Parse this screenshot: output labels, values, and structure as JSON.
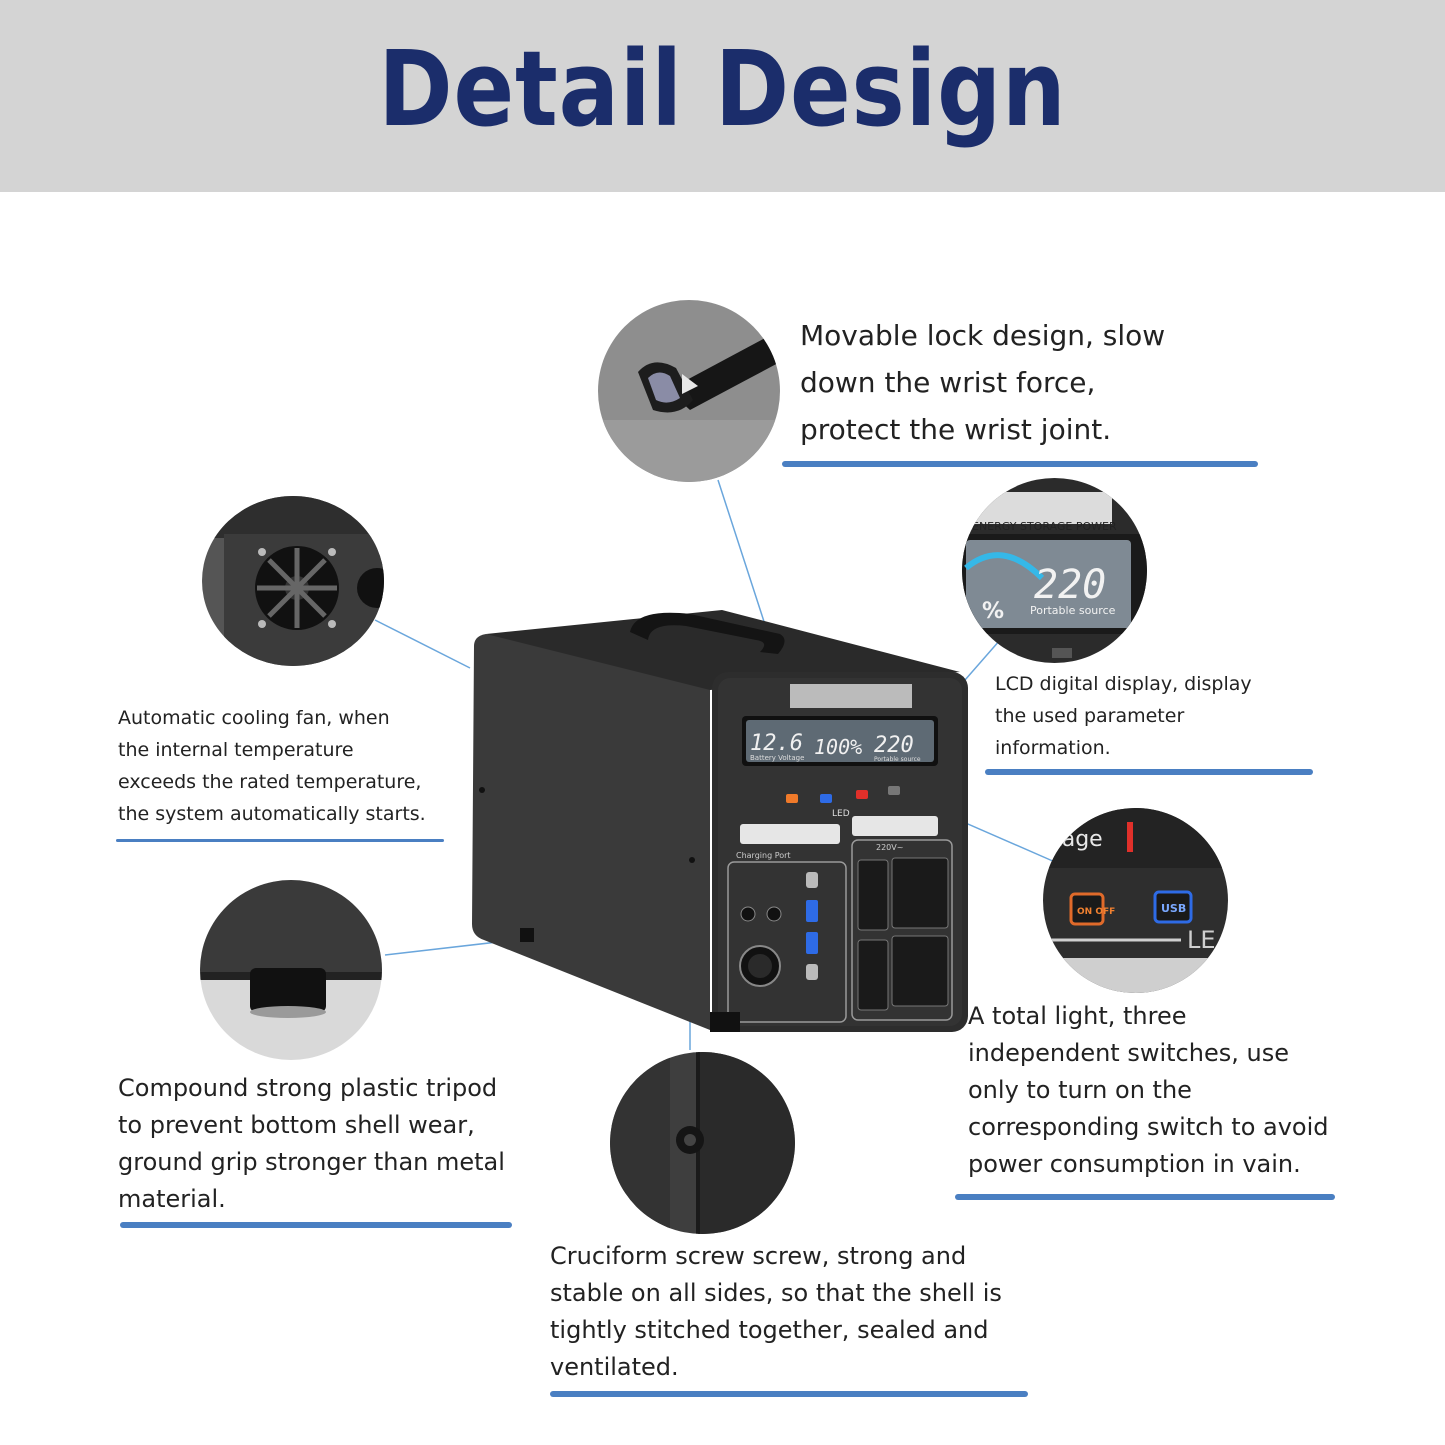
{
  "title": "Detail Design",
  "captions": {
    "lock": [
      "Movable lock design, slow",
      " down the wrist force,",
      "protect the wrist joint."
    ],
    "fan": [
      "Automatic cooling fan, when",
      "the internal temperature",
      "exceeds the rated temperature,",
      "the system automatically starts."
    ],
    "lcd": [
      "LCD digital display, display",
      "the used parameter",
      "information."
    ],
    "tripod": [
      "Compound strong plastic tripod",
      "to prevent bottom shell wear,",
      "ground grip stronger than metal",
      "material."
    ],
    "switch": [
      "A total light, three",
      "independent switches, use",
      "only to turn on the",
      "corresponding switch to avoid",
      " power consumption in vain."
    ],
    "screw": [
      "Cruciform screw screw, strong and",
      "stable on all sides, so that the shell is",
      "tightly stitched together, sealed and",
      "ventilated."
    ]
  },
  "device": {
    "battery_voltage": "12.6",
    "battery_label": "Battery Voltage",
    "percent": "100%",
    "output_voltage": "220",
    "output_label": "Portable source",
    "led_label": "LED",
    "charging_label": "Charging Port",
    "ac_label": "220V~"
  },
  "zoom_lcd": {
    "brand_line": "ENERGY STORAGE POWER",
    "value": "220",
    "sub": "Portable source",
    "percent": "%"
  },
  "zoom_switch": {
    "voltage_text": "ltage",
    "on_label": "ON OFF",
    "usb_label": "USB",
    "led_label": "LE"
  },
  "colors": {
    "title": "#1b2d6b",
    "rule": "#4a7fc2",
    "banner": "#d4d4d4",
    "leader": "#6aa6dc"
  }
}
